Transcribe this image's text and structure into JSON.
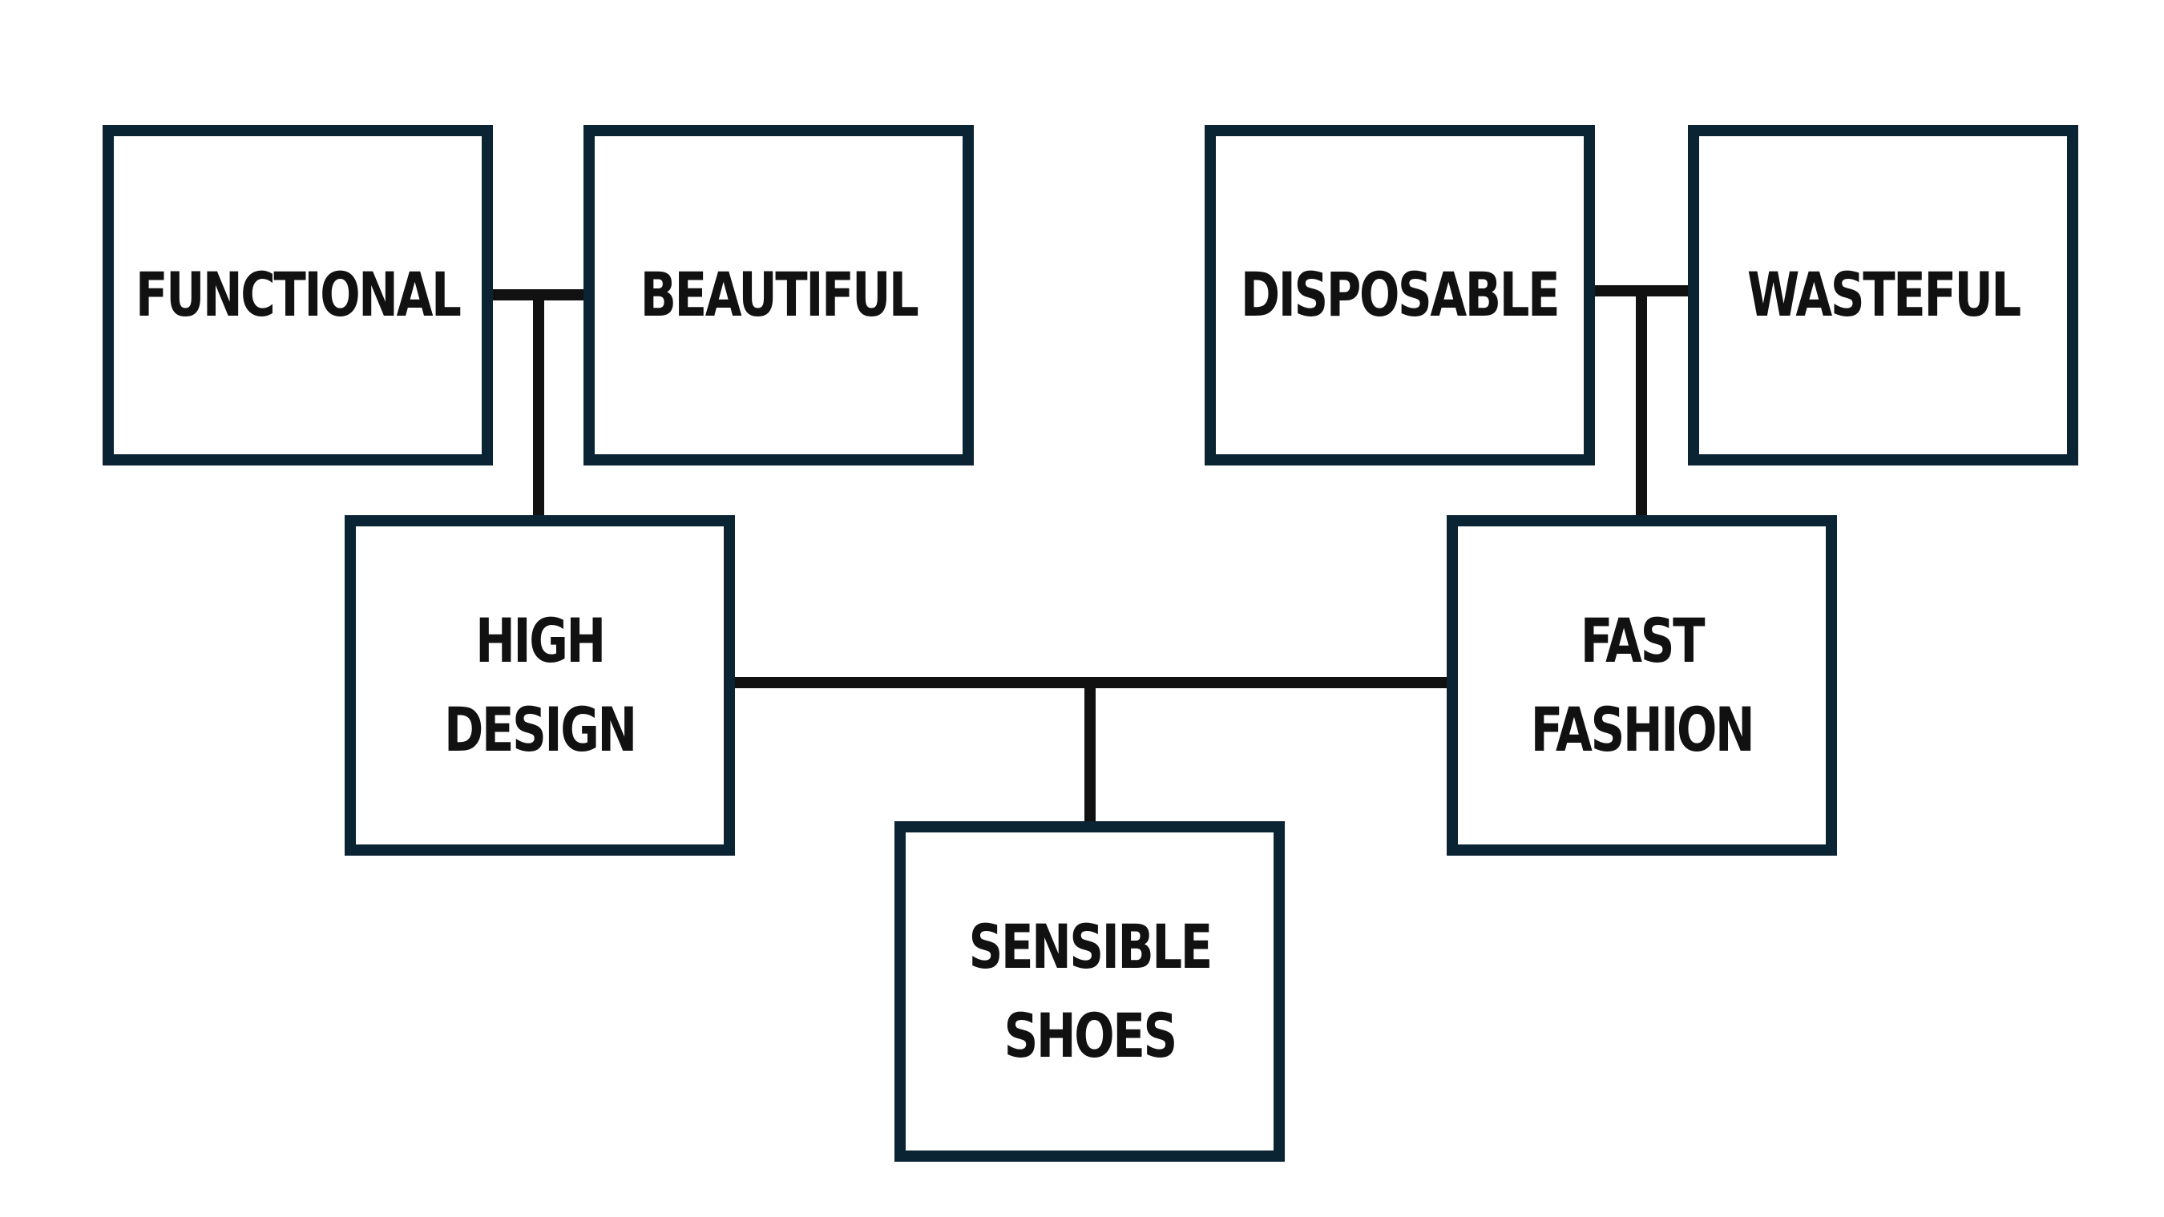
{
  "diagram": {
    "colors": {
      "box_border": "#0a2433",
      "connector": "#111111",
      "text": "#111111",
      "background": "#ffffff"
    },
    "nodes": {
      "functional": "FUNCTIONAL",
      "beautiful": "BEAUTIFUL",
      "disposable": "DISPOSABLE",
      "wasteful": "WASTEFUL",
      "high_design": "HIGH DESIGN",
      "fast_fashion": "FAST FASHION",
      "sensible_shoes": "SENSIBLE\nSHOES"
    },
    "edges": [
      {
        "from": "functional",
        "to": "beautiful"
      },
      {
        "from": "functional+beautiful",
        "to": "high_design"
      },
      {
        "from": "disposable",
        "to": "wasteful"
      },
      {
        "from": "disposable+wasteful",
        "to": "fast_fashion"
      },
      {
        "from": "high_design",
        "to": "fast_fashion"
      },
      {
        "from": "high_design+fast_fashion",
        "to": "sensible_shoes"
      }
    ]
  }
}
